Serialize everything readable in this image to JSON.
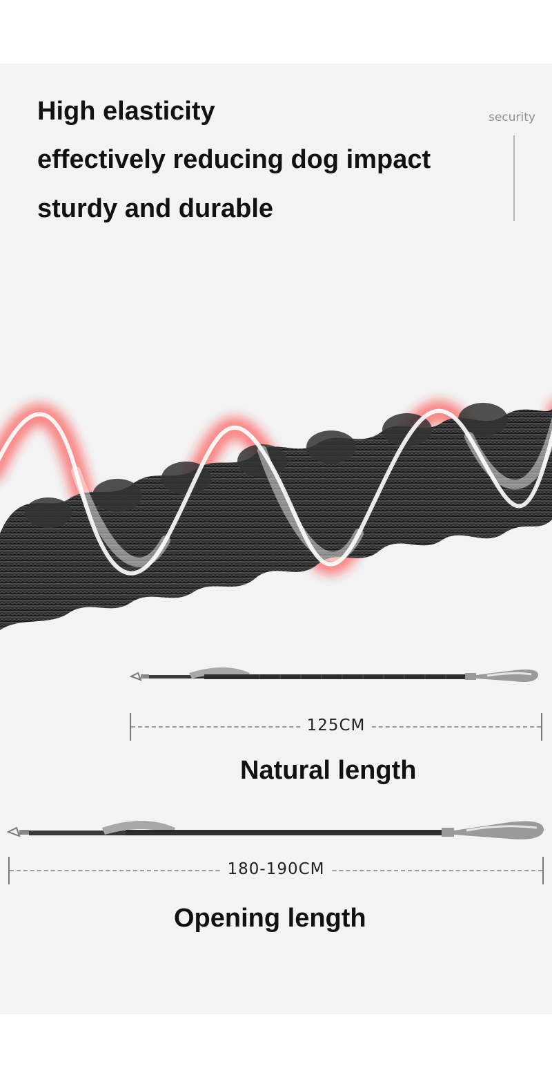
{
  "headline": {
    "line1": "High elasticity",
    "line2": "effectively reducing dog impact",
    "line3": "sturdy and durable"
  },
  "side_label": "security",
  "colors": {
    "page_background": "#ffffff",
    "panel_background": "#f3f3f3",
    "text": "#111111",
    "glow": "#ff3b3b",
    "rope": "#2a2a2a",
    "handle": "#9a9a9a"
  },
  "natural": {
    "length": "125CM",
    "caption": "Natural length"
  },
  "opening": {
    "length": "180-190CM",
    "caption": "Opening length"
  }
}
